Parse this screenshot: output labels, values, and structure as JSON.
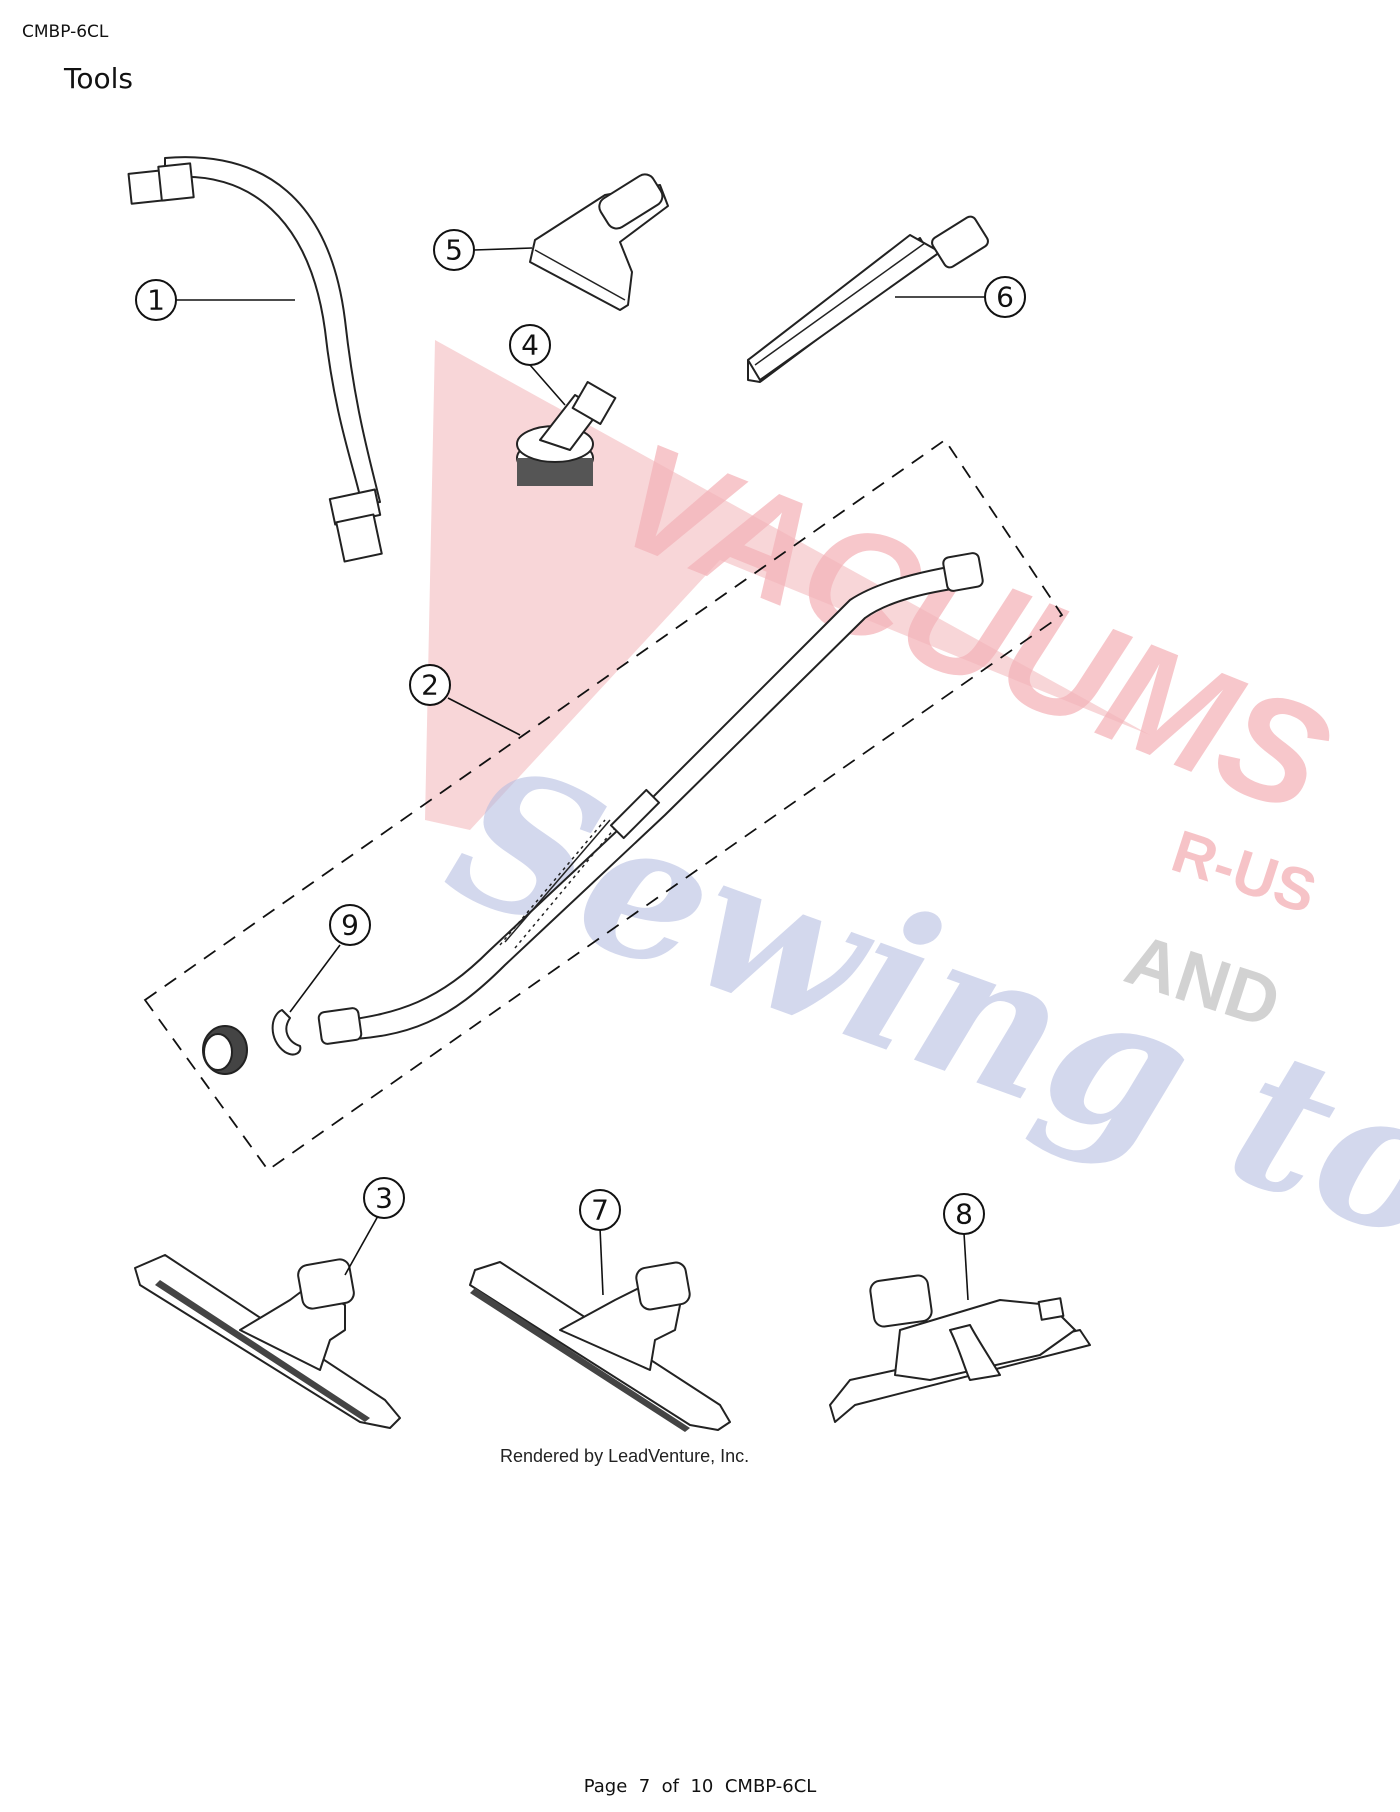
{
  "header": {
    "doc_code": "CMBP-6CL",
    "section_title": "Tools"
  },
  "diagram": {
    "callouts": [
      "1",
      "2",
      "3",
      "4",
      "5",
      "6",
      "7",
      "8",
      "9"
    ],
    "render_credit": "Rendered by LeadVenture, Inc.",
    "watermark": {
      "line1": "VACUUMS",
      "suffix": "R-US",
      "conjunction": "AND",
      "line2": "Sewing too",
      "colors": {
        "red": "#f2a7ad",
        "blue": "#a9b2dc",
        "gray": "#bdbdbd"
      }
    }
  },
  "footer": {
    "page_label": "Page",
    "page_number": "7",
    "of_label": "of",
    "total_pages": "10",
    "doc_code": "CMBP-6CL"
  }
}
